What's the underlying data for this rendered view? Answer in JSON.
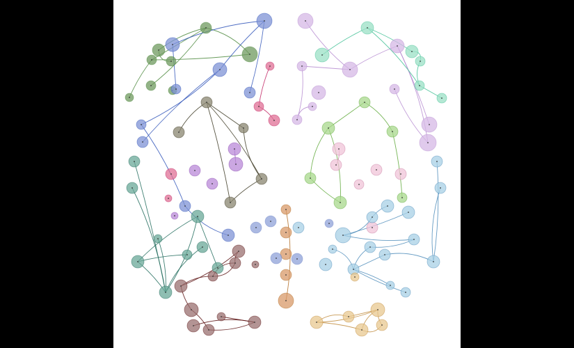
{
  "figure": {
    "title": "",
    "background": "#ffffff",
    "letterbox_color": "#000000"
  },
  "palette": {
    "green": "#5a8f4a",
    "blue": "#6f86c8",
    "olive": "#6c6a56",
    "pink": "#d2708f",
    "violet": "#b07acb",
    "teal": "#5f9f8c",
    "brown": "#8a5a5a",
    "orange": "#d48a4f",
    "mint": "#7fd6b6",
    "lavender": "#c9a7dc",
    "lime": "#8ccc6a",
    "rose": "#e0b6c8",
    "sky": "#8cc3dc",
    "tan": "#e3b27a"
  },
  "groups": [
    {
      "id": "green",
      "color": "#4e8a3e",
      "fill": "#6f9a5f",
      "nodes": [
        [
          133,
          40,
          8
        ],
        [
          196,
          78,
          11
        ],
        [
          65,
          72,
          9
        ],
        [
          55,
          86,
          7
        ],
        [
          83,
          88,
          7
        ],
        [
          54,
          123,
          7
        ],
        [
          23,
          140,
          6
        ],
        [
          85,
          130,
          6
        ]
      ],
      "edges": [
        [
          0,
          1
        ],
        [
          0,
          2
        ],
        [
          0,
          3
        ],
        [
          0,
          5
        ],
        [
          2,
          4
        ],
        [
          3,
          6
        ],
        [
          1,
          3
        ]
      ]
    },
    {
      "id": "blue",
      "color": "#2f54b8",
      "fill": "#7f93d6",
      "nodes": [
        [
          217,
          30,
          11
        ],
        [
          85,
          64,
          10
        ],
        [
          153,
          100,
          10
        ],
        [
          196,
          133,
          8
        ],
        [
          90,
          128,
          7
        ],
        [
          40,
          179,
          7
        ],
        [
          42,
          204,
          8
        ],
        [
          103,
          296,
          8
        ],
        [
          165,
          338,
          9
        ]
      ],
      "edges": [
        [
          0,
          1
        ],
        [
          0,
          2
        ],
        [
          0,
          3
        ],
        [
          2,
          5
        ],
        [
          2,
          6
        ],
        [
          1,
          4
        ],
        [
          5,
          7
        ],
        [
          7,
          8
        ]
      ]
    },
    {
      "id": "olive",
      "color": "#3a3620",
      "fill": "#8a8670",
      "nodes": [
        [
          134,
          147,
          8
        ],
        [
          94,
          190,
          8
        ],
        [
          187,
          184,
          7
        ],
        [
          213,
          257,
          8
        ],
        [
          168,
          291,
          8
        ]
      ],
      "edges": [
        [
          0,
          1
        ],
        [
          0,
          2
        ],
        [
          0,
          3
        ],
        [
          2,
          3
        ],
        [
          3,
          4
        ],
        [
          0,
          4
        ]
      ]
    },
    {
      "id": "pink",
      "color": "#c02060",
      "fill": "#e07096",
      "nodes": [
        [
          225,
          95,
          6
        ],
        [
          209,
          153,
          7
        ],
        [
          231,
          173,
          8
        ],
        [
          83,
          250,
          8
        ],
        [
          79,
          285,
          5
        ]
      ],
      "edges": [
        [
          0,
          1
        ],
        [
          1,
          2
        ]
      ]
    },
    {
      "id": "violet",
      "color": "#8a4ab0",
      "fill": "#b98ad8",
      "nodes": [
        [
          174,
          214,
          9
        ],
        [
          176,
          236,
          10
        ],
        [
          117,
          245,
          8
        ],
        [
          142,
          264,
          8
        ],
        [
          88,
          310,
          5
        ]
      ],
      "edges": [
        [
          0,
          1
        ]
      ]
    },
    {
      "id": "teal",
      "color": "#1f6a5a",
      "fill": "#6aa898",
      "nodes": [
        [
          30,
          232,
          8
        ],
        [
          27,
          270,
          8
        ],
        [
          121,
          311,
          9
        ],
        [
          64,
          343,
          6
        ],
        [
          128,
          355,
          8
        ],
        [
          106,
          366,
          7
        ],
        [
          35,
          376,
          9
        ],
        [
          75,
          420,
          9
        ],
        [
          150,
          385,
          8
        ]
      ],
      "edges": [
        [
          0,
          7
        ],
        [
          1,
          7
        ],
        [
          2,
          6
        ],
        [
          2,
          8
        ],
        [
          3,
          7
        ],
        [
          4,
          7
        ],
        [
          5,
          6
        ],
        [
          6,
          7
        ],
        [
          2,
          7
        ]
      ]
    },
    {
      "id": "brown",
      "color": "#5a1010",
      "fill": "#9a7070",
      "nodes": [
        [
          180,
          361,
          9
        ],
        [
          175,
          378,
          8
        ],
        [
          97,
          411,
          9
        ],
        [
          112,
          445,
          10
        ],
        [
          115,
          468,
          9
        ],
        [
          137,
          474,
          8
        ],
        [
          155,
          455,
          6
        ],
        [
          203,
          463,
          9
        ],
        [
          143,
          397,
          7
        ],
        [
          204,
          380,
          5
        ]
      ],
      "edges": [
        [
          0,
          2
        ],
        [
          1,
          8
        ],
        [
          2,
          3
        ],
        [
          3,
          5
        ],
        [
          4,
          7
        ],
        [
          5,
          7
        ],
        [
          6,
          7
        ],
        [
          2,
          8
        ],
        [
          8,
          1
        ],
        [
          0,
          1
        ]
      ]
    },
    {
      "id": "orange",
      "color": "#b06a20",
      "fill": "#d89a6a",
      "nodes": [
        [
          248,
          301,
          7
        ],
        [
          248,
          334,
          8
        ],
        [
          248,
          365,
          8
        ],
        [
          248,
          395,
          8
        ],
        [
          248,
          432,
          11
        ]
      ],
      "edges": [
        [
          0,
          4
        ]
      ]
    },
    {
      "id": "blue2",
      "color": "#6f86c8",
      "fill": "#8fa1d8",
      "nodes": [
        [
          205,
          327,
          8
        ],
        [
          226,
          318,
          8
        ],
        [
          234,
          371,
          8
        ],
        [
          264,
          372,
          8
        ],
        [
          310,
          321,
          6
        ]
      ],
      "edges": []
    },
    {
      "id": "lavender",
      "color": "#b58ad0",
      "fill": "#d6b8e6",
      "nodes": [
        [
          276,
          30,
          11
        ],
        [
          340,
          100,
          11
        ],
        [
          295,
          133,
          10
        ],
        [
          271,
          95,
          7
        ],
        [
          286,
          153,
          6
        ],
        [
          264,
          172,
          7
        ],
        [
          408,
          66,
          10
        ],
        [
          454,
          179,
          11
        ],
        [
          452,
          205,
          12
        ],
        [
          404,
          128,
          7
        ]
      ],
      "edges": [
        [
          0,
          1
        ],
        [
          1,
          3
        ],
        [
          3,
          5
        ],
        [
          4,
          5
        ],
        [
          6,
          1
        ],
        [
          6,
          7
        ],
        [
          6,
          8
        ],
        [
          9,
          8
        ]
      ]
    },
    {
      "id": "mint",
      "color": "#3fbf94",
      "fill": "#9be0c6",
      "nodes": [
        [
          365,
          40,
          9
        ],
        [
          300,
          79,
          10
        ],
        [
          429,
          74,
          9
        ],
        [
          441,
          88,
          7
        ],
        [
          440,
          123,
          7
        ],
        [
          472,
          141,
          7
        ]
      ],
      "edges": [
        [
          0,
          1
        ],
        [
          0,
          2
        ],
        [
          2,
          3
        ],
        [
          3,
          4
        ],
        [
          4,
          5
        ],
        [
          0,
          4
        ]
      ]
    },
    {
      "id": "lime",
      "color": "#5ea838",
      "fill": "#a8d88c",
      "nodes": [
        [
          361,
          147,
          8
        ],
        [
          309,
          184,
          9
        ],
        [
          401,
          189,
          8
        ],
        [
          283,
          256,
          8
        ],
        [
          326,
          291,
          9
        ],
        [
          415,
          284,
          7
        ]
      ],
      "edges": [
        [
          0,
          1
        ],
        [
          0,
          2
        ],
        [
          1,
          3
        ],
        [
          3,
          4
        ],
        [
          2,
          5
        ],
        [
          1,
          4
        ]
      ]
    },
    {
      "id": "rose",
      "color": "#c87aa0",
      "fill": "#f0c4d8",
      "nodes": [
        [
          324,
          214,
          9
        ],
        [
          320,
          237,
          8
        ],
        [
          378,
          244,
          8
        ],
        [
          353,
          265,
          7
        ],
        [
          413,
          250,
          8
        ],
        [
          372,
          327,
          8
        ]
      ],
      "edges": [
        [
          0,
          1
        ]
      ]
    },
    {
      "id": "sky",
      "color": "#4a8ab8",
      "fill": "#a8d0e6",
      "nodes": [
        [
          465,
          232,
          8
        ],
        [
          470,
          270,
          8
        ],
        [
          394,
          296,
          9
        ],
        [
          424,
          305,
          9
        ],
        [
          266,
          327,
          8
        ],
        [
          372,
          312,
          8
        ],
        [
          330,
          338,
          11
        ],
        [
          369,
          355,
          8
        ],
        [
          390,
          366,
          8
        ],
        [
          432,
          344,
          8
        ],
        [
          460,
          376,
          9
        ],
        [
          345,
          387,
          8
        ],
        [
          420,
          420,
          7
        ],
        [
          398,
          410,
          6
        ],
        [
          315,
          358,
          6
        ],
        [
          305,
          380,
          9
        ]
      ],
      "edges": [
        [
          0,
          10
        ],
        [
          1,
          10
        ],
        [
          2,
          5
        ],
        [
          3,
          6
        ],
        [
          5,
          6
        ],
        [
          7,
          11
        ],
        [
          8,
          11
        ],
        [
          9,
          7
        ],
        [
          10,
          8
        ],
        [
          11,
          12
        ],
        [
          11,
          13
        ],
        [
          14,
          11
        ],
        [
          6,
          9
        ]
      ]
    },
    {
      "id": "tan",
      "color": "#c08a3a",
      "fill": "#e8c890",
      "nodes": [
        [
          292,
          463,
          9
        ],
        [
          338,
          455,
          8
        ],
        [
          357,
          474,
          9
        ],
        [
          380,
          445,
          10
        ],
        [
          386,
          467,
          8
        ],
        [
          347,
          398,
          6
        ]
      ],
      "edges": [
        [
          0,
          1
        ],
        [
          0,
          3
        ],
        [
          1,
          3
        ],
        [
          2,
          3
        ],
        [
          2,
          4
        ],
        [
          3,
          4
        ],
        [
          0,
          2
        ]
      ]
    }
  ]
}
